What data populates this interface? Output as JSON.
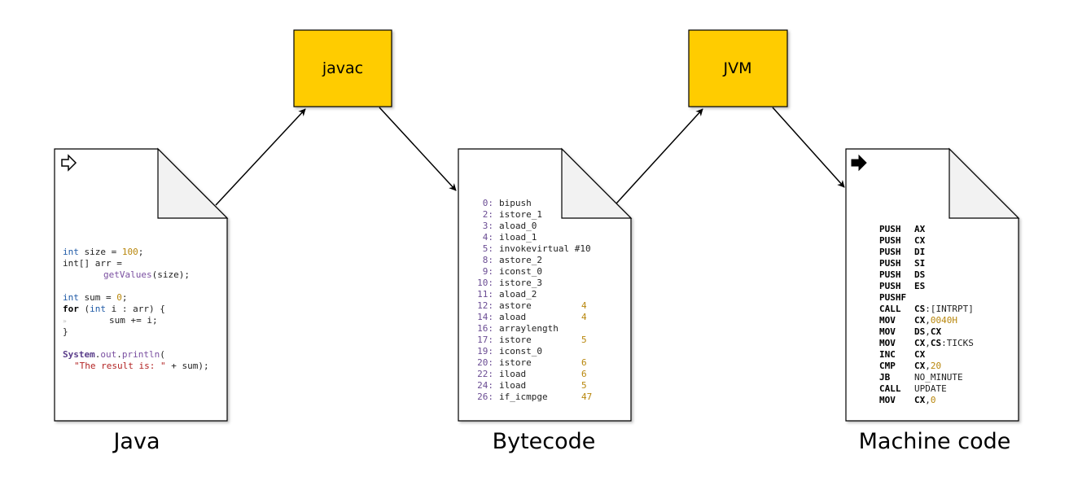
{
  "colors": {
    "box_fill": "#FFCC00",
    "doc_fill": "#ffffff",
    "fold_fill": "#f2f2f2",
    "keyword": "#1f5aa6",
    "number": "#b8860b",
    "string": "#b22222",
    "method": "#7a4fa0"
  },
  "boxes": {
    "javac": "javac",
    "jvm": "JVM"
  },
  "captions": {
    "java": "Java",
    "bytecode": "Bytecode",
    "machine": "Machine code"
  },
  "icons": {
    "java": "hollow-right-arrow-icon",
    "machine": "solid-right-arrow-icon"
  },
  "java_code": {
    "l1_kw": "int",
    "l1_rest": " size = ",
    "l1_num": "100",
    "l1_end": ";",
    "l2": "int[] arr =",
    "l3_fn": "getValues",
    "l3_rest": "(size);",
    "l4_kw": "int",
    "l4_rest": " sum = ",
    "l4_num": "0",
    "l4_end": ";",
    "l5_for": "for",
    "l5_open": " (",
    "l5_int": "int",
    "l5_rest": " i : arr) {",
    "l6": "sum += i;",
    "l7": "}",
    "l8_cls": "System",
    "l8_dot": ".",
    "l8_out": "out",
    "l8_dot2": ".",
    "l8_fn": "println",
    "l8_paren": "(",
    "l9_str": "\"The result is: \"",
    "l9_rest": " + sum);"
  },
  "bytecode": [
    {
      "offset": "0:",
      "op": "bipush",
      "arg": ""
    },
    {
      "offset": "2:",
      "op": "istore_1",
      "arg": ""
    },
    {
      "offset": "3:",
      "op": "aload_0",
      "arg": ""
    },
    {
      "offset": "4:",
      "op": "iload_1",
      "arg": ""
    },
    {
      "offset": "5:",
      "op": "invokevirtual #10",
      "arg": ""
    },
    {
      "offset": "8:",
      "op": "astore_2",
      "arg": ""
    },
    {
      "offset": "9:",
      "op": "iconst_0",
      "arg": ""
    },
    {
      "offset": "10:",
      "op": "istore_3",
      "arg": ""
    },
    {
      "offset": "11:",
      "op": "aload_2",
      "arg": ""
    },
    {
      "offset": "12:",
      "op": "astore",
      "arg": "4"
    },
    {
      "offset": "14:",
      "op": "aload",
      "arg": "4"
    },
    {
      "offset": "16:",
      "op": "arraylength",
      "arg": ""
    },
    {
      "offset": "17:",
      "op": "istore",
      "arg": "5"
    },
    {
      "offset": "19:",
      "op": "iconst_0",
      "arg": ""
    },
    {
      "offset": "20:",
      "op": "istore",
      "arg": "6"
    },
    {
      "offset": "22:",
      "op": "iload",
      "arg": "6"
    },
    {
      "offset": "24:",
      "op": "iload",
      "arg": "5"
    },
    {
      "offset": "26:",
      "op": "if_icmpge",
      "arg": "47"
    }
  ],
  "machine_code": [
    {
      "op": "PUSH",
      "parts": [
        {
          "t": "AX",
          "c": "b"
        }
      ]
    },
    {
      "op": "PUSH",
      "parts": [
        {
          "t": "CX",
          "c": "b"
        }
      ]
    },
    {
      "op": "PUSH",
      "parts": [
        {
          "t": "DI",
          "c": "b"
        }
      ]
    },
    {
      "op": "PUSH",
      "parts": [
        {
          "t": "SI",
          "c": "b"
        }
      ]
    },
    {
      "op": "PUSH",
      "parts": [
        {
          "t": "DS",
          "c": "b"
        }
      ]
    },
    {
      "op": "PUSH",
      "parts": [
        {
          "t": "ES",
          "c": "b"
        }
      ]
    },
    {
      "op": "PUSHF",
      "parts": []
    },
    {
      "op": "CALL",
      "parts": [
        {
          "t": "CS",
          "c": "b"
        },
        {
          "t": ":[INTRPT]",
          "c": "p"
        }
      ]
    },
    {
      "op": "MOV",
      "parts": [
        {
          "t": "CX",
          "c": "b"
        },
        {
          "t": ",",
          "c": "p"
        },
        {
          "t": "0040H",
          "c": "n"
        }
      ]
    },
    {
      "op": "MOV",
      "parts": [
        {
          "t": "DS",
          "c": "b"
        },
        {
          "t": ",",
          "c": "p"
        },
        {
          "t": "CX",
          "c": "b"
        }
      ]
    },
    {
      "op": "MOV",
      "parts": [
        {
          "t": "CX",
          "c": "b"
        },
        {
          "t": ",",
          "c": "p"
        },
        {
          "t": "CS",
          "c": "b"
        },
        {
          "t": ":TICKS",
          "c": "p"
        }
      ]
    },
    {
      "op": "INC",
      "parts": [
        {
          "t": "CX",
          "c": "b"
        }
      ]
    },
    {
      "op": "CMP",
      "parts": [
        {
          "t": "CX",
          "c": "b"
        },
        {
          "t": ",",
          "c": "p"
        },
        {
          "t": "20",
          "c": "n"
        }
      ]
    },
    {
      "op": "JB",
      "parts": [
        {
          "t": "NO_MINUTE",
          "c": "p"
        }
      ]
    },
    {
      "op": "CALL",
      "parts": [
        {
          "t": "UPDATE",
          "c": "p"
        }
      ]
    },
    {
      "op": "MOV",
      "parts": [
        {
          "t": "CX",
          "c": "b"
        },
        {
          "t": ",",
          "c": "p"
        },
        {
          "t": "0",
          "c": "n"
        }
      ]
    }
  ]
}
